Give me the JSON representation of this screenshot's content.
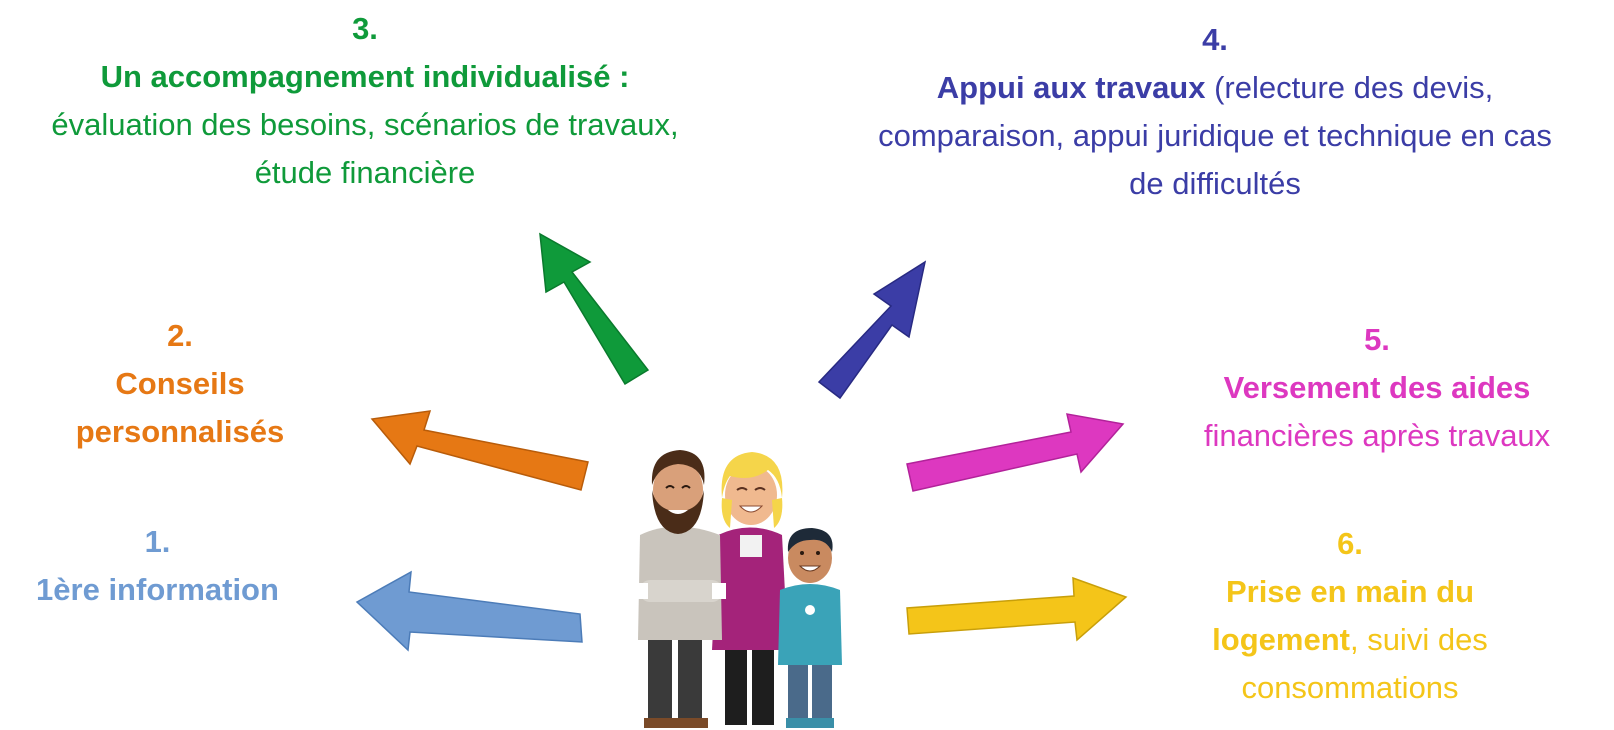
{
  "steps": [
    {
      "id": "step1",
      "number": "1.",
      "bold": "1ère information",
      "text": "",
      "color": "#6f9bd2"
    },
    {
      "id": "step2",
      "number": "2.",
      "bold": "Conseils personnalisés",
      "text": "",
      "color": "#e67814"
    },
    {
      "id": "step3",
      "number": "3.",
      "bold": "Un accompagnement individualisé :",
      "text": "évaluation des besoins, scénarios de travaux, étude financière",
      "color": "#0f9a3a"
    },
    {
      "id": "step4",
      "number": "4.",
      "bold": "Appui aux travaux",
      "text": " (relecture des devis, comparaison, appui juridique et technique en cas de difficultés",
      "color": "#3b3da6"
    },
    {
      "id": "step5",
      "number": "5.",
      "bold": "Versement des aides",
      "text": "financières après travaux",
      "color": "#dd38c0"
    },
    {
      "id": "step6",
      "number": "6.",
      "bold": "Prise en main du logement",
      "text": ", suivi des consommations",
      "color": "#f4c519"
    }
  ],
  "center_image": "family-illustration"
}
